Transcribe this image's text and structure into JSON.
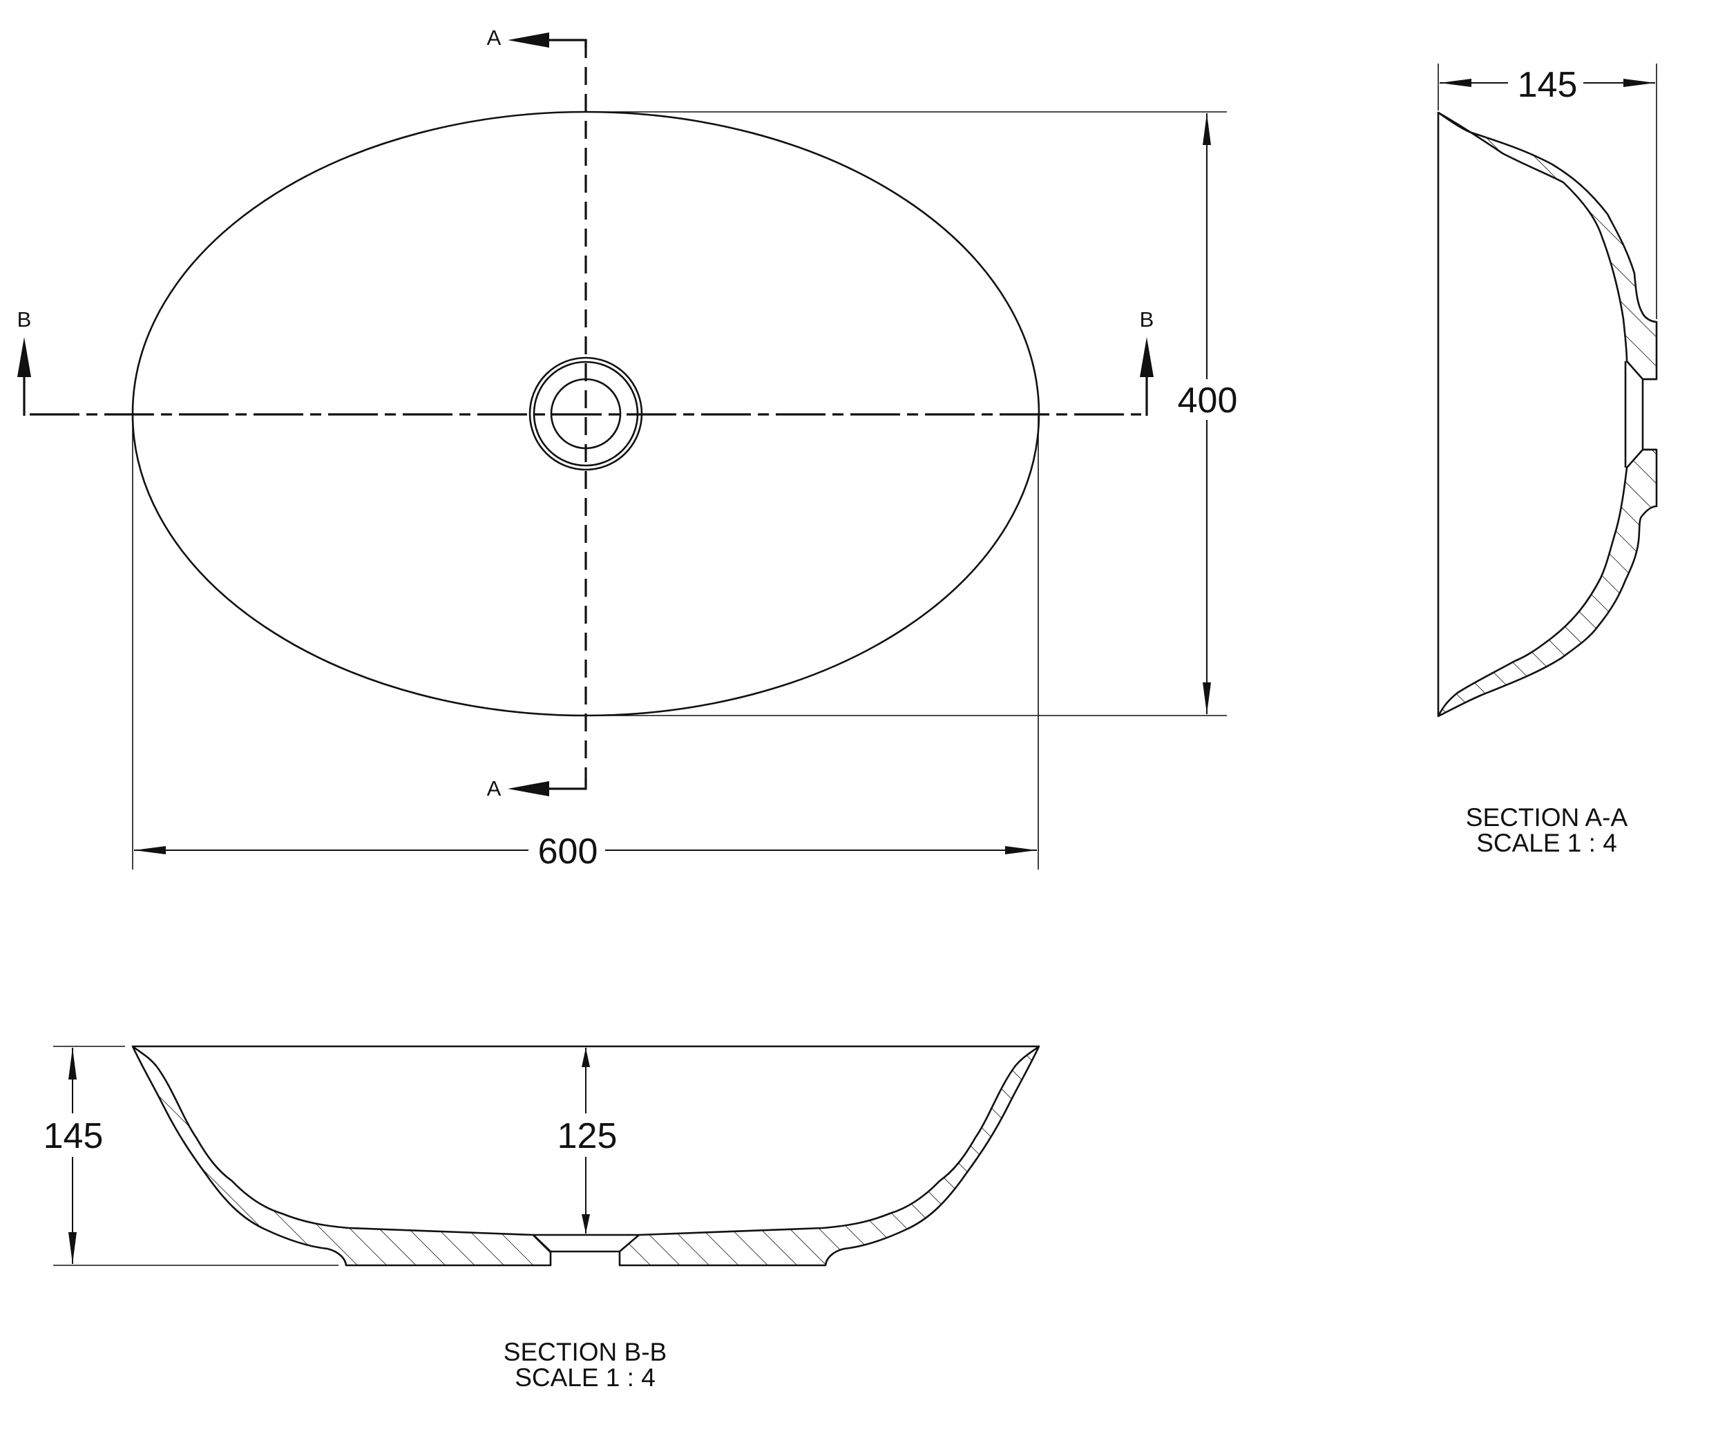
{
  "drawing": {
    "type": "engineering drawing",
    "subject": "oval countertop basin",
    "units": "mm",
    "line_color": "#111111",
    "background": "#ffffff"
  },
  "plan_view": {
    "cut_labels": {
      "a_top": "A",
      "a_bottom": "A",
      "b_left": "B",
      "b_right": "B"
    },
    "dimensions": {
      "width": "600",
      "depth": "400"
    }
  },
  "section_a": {
    "title": "SECTION A-A",
    "scale": "SCALE 1 : 4",
    "dimensions": {
      "height": "145"
    }
  },
  "section_b": {
    "title": "SECTION B-B",
    "scale": "SCALE 1 : 4",
    "dimensions": {
      "height": "145",
      "inner_depth": "125"
    }
  }
}
